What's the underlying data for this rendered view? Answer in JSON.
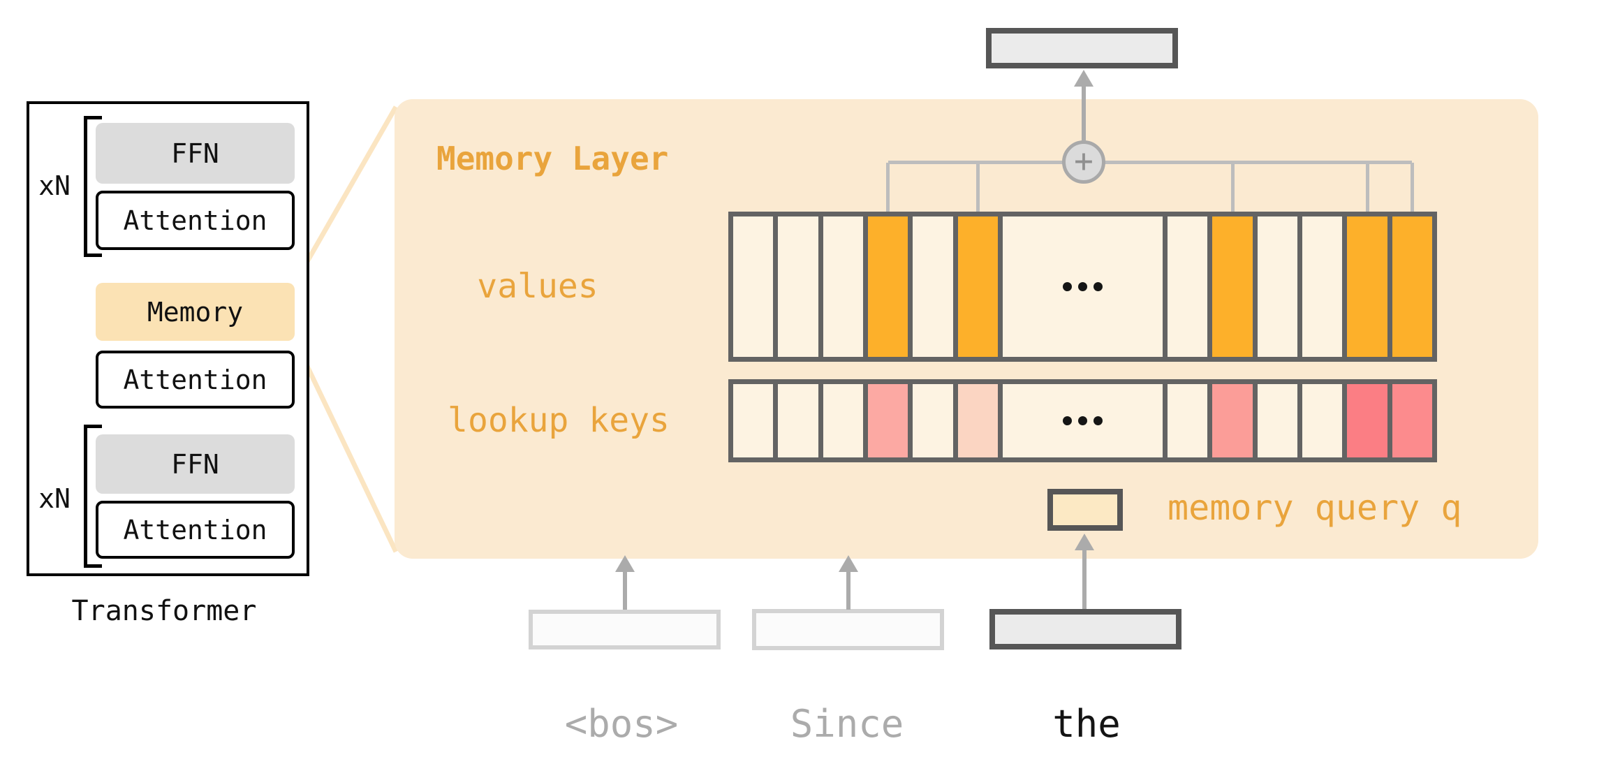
{
  "transformer_diagram": {
    "caption": "Transformer",
    "repeat_top": "xN",
    "repeat_bottom": "xN",
    "blocks": [
      {
        "label": "FFN"
      },
      {
        "label": "Attention"
      },
      {
        "label": "Memory"
      },
      {
        "label": "Attention"
      },
      {
        "label": "FFN"
      },
      {
        "label": "Attention"
      }
    ]
  },
  "memory_panel": {
    "title": "Memory Layer",
    "values_label": "values",
    "keys_label": "lookup keys",
    "query_label": "memory query q",
    "plus_icon": "+",
    "ellipsis_icon": "...",
    "values_cells": [
      "plain",
      "plain",
      "plain",
      "highlight",
      "plain",
      "highlight",
      "dots",
      "plain",
      "highlight",
      "plain",
      "plain",
      "highlight",
      "highlight"
    ],
    "keys_cells": [
      "plain",
      "plain",
      "plain",
      "#FCA9A3",
      "plain",
      "#FBD5C2",
      "dots",
      "plain",
      "#FB9D98",
      "plain",
      "plain",
      "#FB7E84",
      "#FC8B8D"
    ]
  },
  "tokens": [
    {
      "label": "<bos>",
      "state": "context"
    },
    {
      "label": "Since",
      "state": "context"
    },
    {
      "label": "the",
      "state": "current"
    }
  ],
  "colors": {
    "panel_bg": "#FBEAD1",
    "cell_bg": "#FDF3E2",
    "cell_border": "#636363",
    "value_highlight": "#FDB02A",
    "accent_text": "#E9A43C",
    "connector_gray": "#BDBDBD",
    "arrow_gray": "#ABABAB",
    "dark_box_border": "#565656",
    "light_box_border": "#D3D3D3",
    "memory_block_bg": "#FBE2B4",
    "ffn_block_bg": "#DCDCDC",
    "funnel": "#FBE5C2"
  }
}
